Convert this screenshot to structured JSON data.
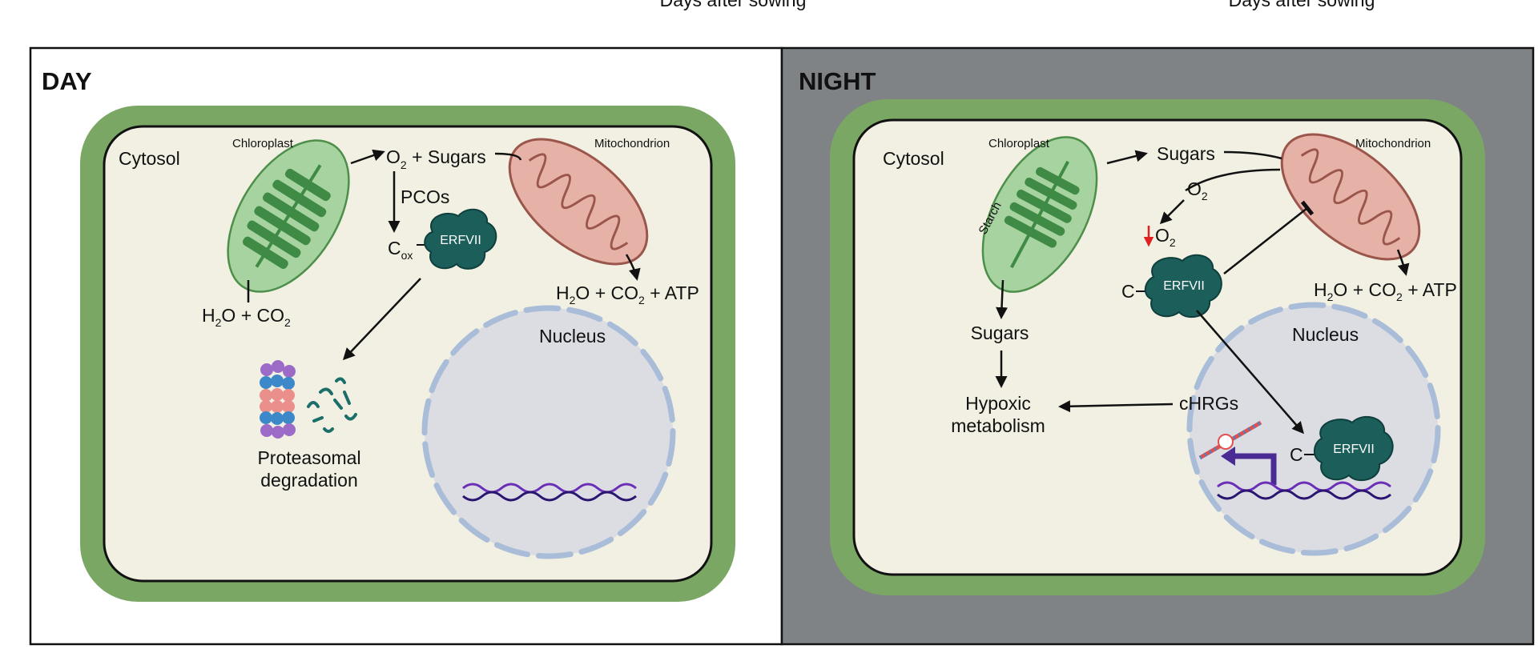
{
  "top_labels": {
    "left": "Days after sowing",
    "right": "Days after sowing"
  },
  "colors": {
    "cell_wall": "#7aa763",
    "cytosol": "#f1f0e2",
    "night_bg": "#808386",
    "chloroplast": "#a6d3a0",
    "thylakoid": "#3f8a45",
    "mitochondrion": "#e6b1a6",
    "mito_inner": "#9b564c",
    "erfvii": "#1b5e5a",
    "nucleus": "#dcdde3",
    "nuclear_envelope": "#a9bcd8",
    "dna": "#6a2fb6",
    "low_o2_arrow": "#e02020",
    "promoter_arrow": "#4a2b94"
  },
  "day": {
    "heading": "DAY",
    "cytosol": "Cytosol",
    "chloroplast": "Chloroplast",
    "mitochondrion": "Mitochondrion",
    "nucleus": "Nucleus",
    "o2": "O",
    "o2_sub": "2",
    "plus_sugars": " + Sugars",
    "pcos": "PCOs",
    "cox_c": "C",
    "cox_sub": "ox",
    "erfvii": "ERFVII",
    "h2o_co2_h": "H",
    "h2o_co2_sub1": "2",
    "h2o_co2_mid": "O + CO",
    "h2o_co2_sub2": "2",
    "atp_h": "H",
    "atp_sub1": "2",
    "atp_mid": "O + CO",
    "atp_sub2": "2",
    "atp_tail": " + ATP",
    "proteasomal": "Proteasomal",
    "degradation": "degradation"
  },
  "night": {
    "heading": "NIGHT",
    "cytosol": "Cytosol",
    "chloroplast": "Chloroplast",
    "mitochondrion": "Mitochondrion",
    "nucleus": "Nucleus",
    "starch": "Starch",
    "sugars_top": "Sugars",
    "o2": "O",
    "o2_sub": "2",
    "low_o2": "O",
    "low_o2_sub": "2",
    "c_top": "C",
    "erfvii_top": "ERFVII",
    "atp_h": "H",
    "atp_sub1": "2",
    "atp_mid": "O + CO",
    "atp_sub2": "2",
    "atp_tail": " + ATP",
    "sugars_bottom": "Sugars",
    "hypoxic": "Hypoxic",
    "metabolism": "metabolism",
    "chrgs": "cHRGs",
    "c_bottom": "C",
    "erfvii_bottom": "ERFVII"
  }
}
